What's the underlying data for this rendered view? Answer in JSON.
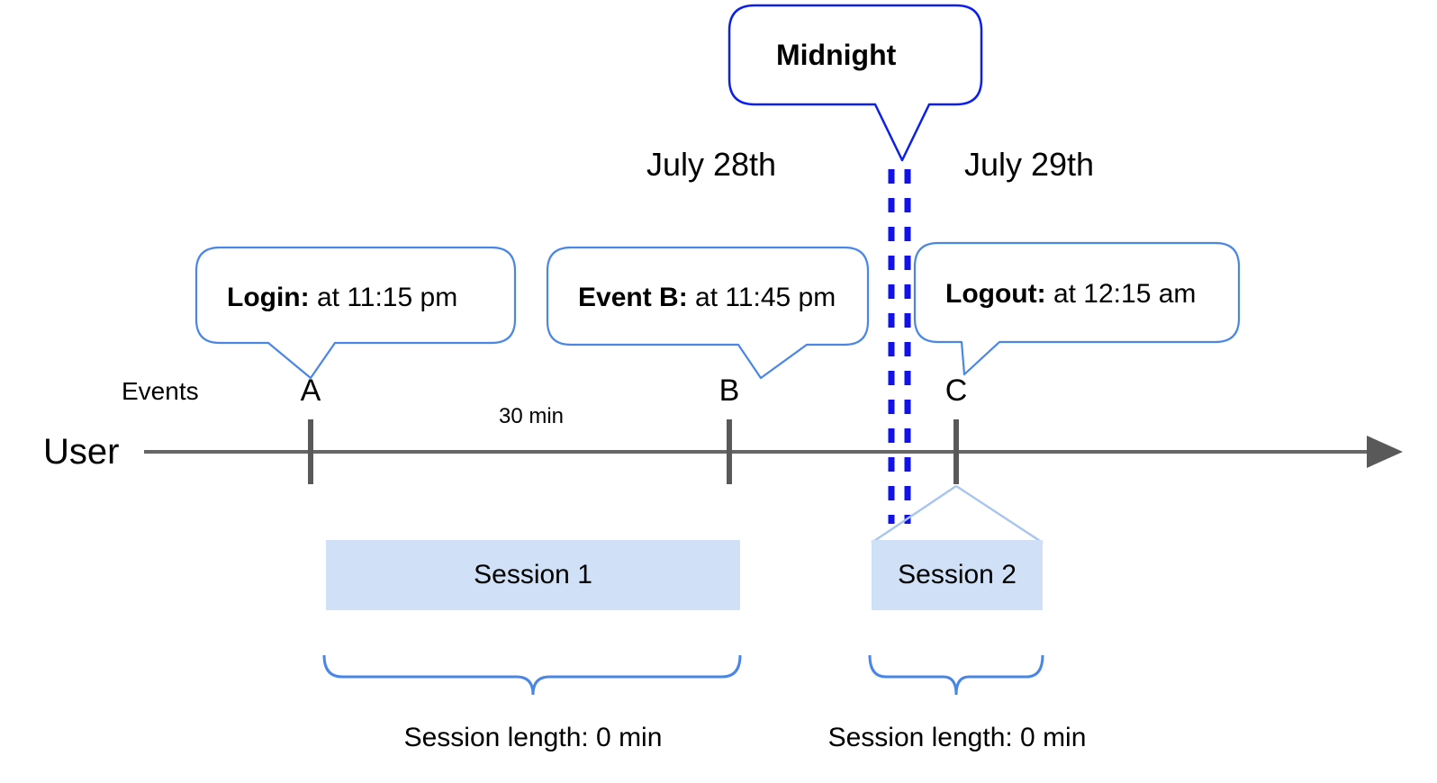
{
  "diagram": {
    "title": "User session timeline across midnight",
    "colors": {
      "callout_border": "#4a86e8",
      "midnight_border": "#0b1ff0",
      "midnight_dashed": "#1111ee",
      "session_fill": "#cfe0f7",
      "session_roof": "#a8c6ef",
      "axis": "#666666",
      "tick": "#595959",
      "brace": "#4a86e8",
      "text": "#000000"
    },
    "axis": {
      "row_label": "User",
      "events_label": "Events"
    },
    "dates": [
      {
        "label": "July 28th"
      },
      {
        "label": "July 29th"
      }
    ],
    "midnight": {
      "label": "Midnight"
    },
    "events": [
      {
        "letter": "A",
        "callout_bold": "Login:",
        "callout_rest": " at 11:15 pm"
      },
      {
        "letter": "B",
        "callout_bold": "Event B:",
        "callout_rest": " at 11:45 pm"
      },
      {
        "letter": "C",
        "callout_bold": "Logout:",
        "callout_rest": " at 12:15 am"
      }
    ],
    "durations": [
      {
        "label": "30 min"
      }
    ],
    "sessions": [
      {
        "label": "Session 1",
        "length_label": "Session length: 0 min"
      },
      {
        "label": "Session 2",
        "length_label": "Session length: 0 min"
      }
    ]
  }
}
